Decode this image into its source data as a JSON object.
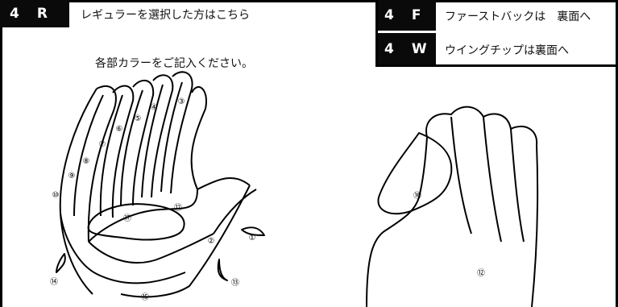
{
  "regular": {
    "code_num": "4",
    "code_letter": "R",
    "title": "レギュラーを選択した方はこちら",
    "instruction": "各部カラーをご記入ください。",
    "parts": [
      "①",
      "②",
      "③",
      "④",
      "⑤",
      "⑥",
      "⑦",
      "⑧",
      "⑨",
      "⑩",
      "⑫",
      "⑬",
      "⑭",
      "⑮",
      "⑰"
    ]
  },
  "first": {
    "code_num": "4",
    "code_letter": "F",
    "title": "ファーストバックは　裏面へ"
  },
  "wing": {
    "code_num": "4",
    "code_letter": "W",
    "title": "ウイングチップは裏面へ"
  },
  "back": {
    "parts": [
      "⑯",
      "⑫"
    ]
  }
}
